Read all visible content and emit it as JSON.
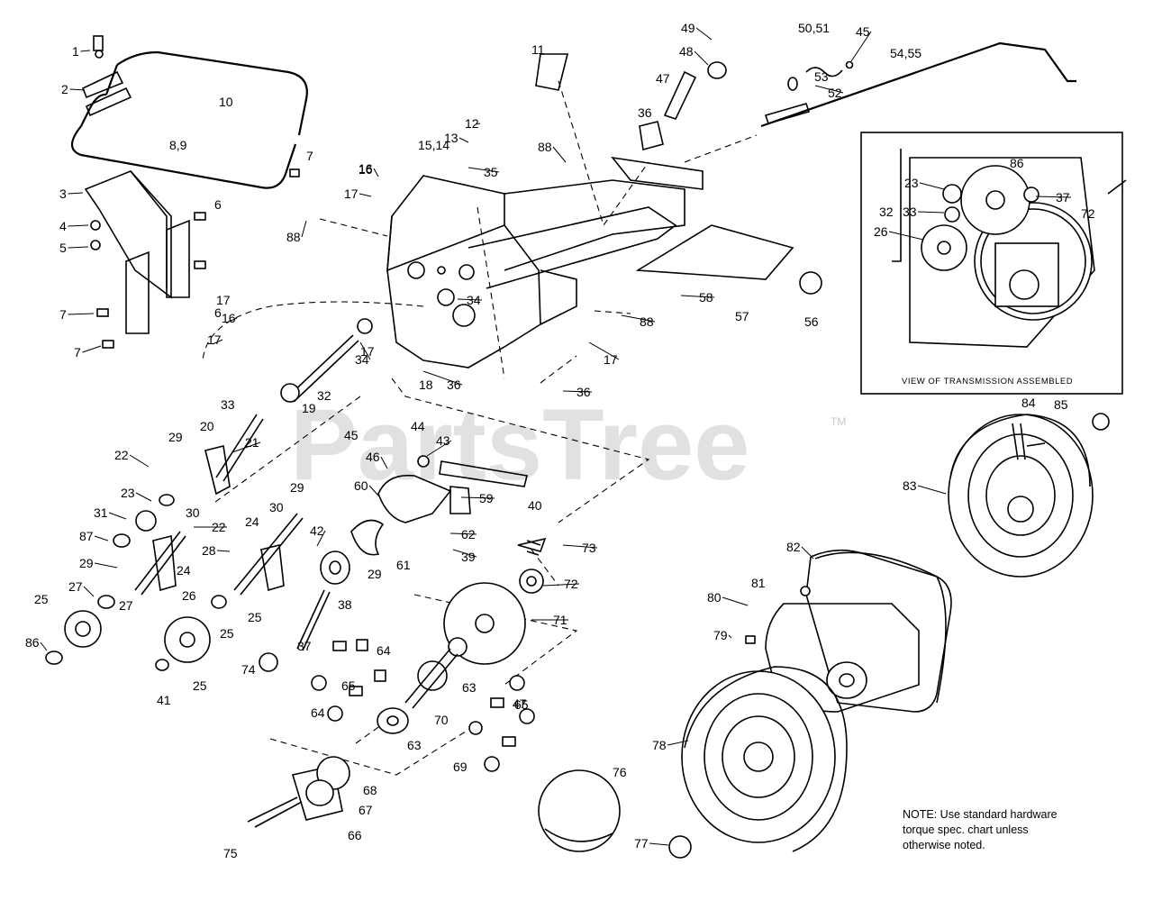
{
  "watermark": {
    "text": "PartsTree",
    "trademark": "TM"
  },
  "inset": {
    "caption": "VIEW OF TRANSMISSION ASSEMBLED"
  },
  "note": {
    "lines": [
      "NOTE: Use standard hardware",
      "torque spec. chart unless",
      "otherwise noted."
    ]
  },
  "callouts": [
    "1",
    "2",
    "3",
    "4",
    "5",
    "6",
    "7",
    "6",
    "7",
    "8,9",
    "10",
    "7",
    "11",
    "12",
    "13",
    "35",
    "15,14",
    "16",
    "17",
    "88",
    "16",
    "17",
    "17",
    "34",
    "34",
    "36",
    "49",
    "48",
    "47",
    "36",
    "50,51",
    "45",
    "54,55",
    "53",
    "52",
    "88",
    "58",
    "57",
    "56",
    "88",
    "23",
    "86",
    "37",
    "32",
    "33",
    "72",
    "26",
    "16",
    "17",
    "17",
    "36",
    "18",
    "33",
    "32",
    "19",
    "20",
    "29",
    "21",
    "22",
    "23",
    "31",
    "30",
    "22",
    "87",
    "30",
    "29",
    "24",
    "29",
    "24",
    "28",
    "26",
    "25",
    "27",
    "27",
    "25",
    "25",
    "86",
    "25",
    "41",
    "45",
    "44",
    "46",
    "43",
    "60",
    "59",
    "40",
    "42",
    "29",
    "61",
    "62",
    "39",
    "38",
    "37",
    "74",
    "73",
    "72",
    "71",
    "63",
    "64",
    "65",
    "64",
    "65",
    "47",
    "70",
    "63",
    "69",
    "68",
    "67",
    "66",
    "75",
    "76",
    "77",
    "78",
    "79",
    "80",
    "81",
    "82",
    "83",
    "84",
    "85"
  ]
}
